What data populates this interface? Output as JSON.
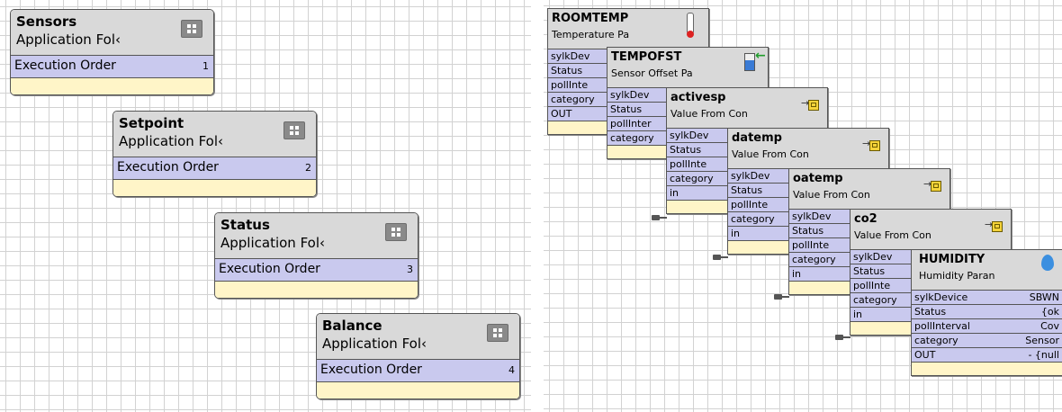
{
  "folders": [
    {
      "title": "Sensors",
      "subtitle": "Application Fol‹",
      "row_label": "Execution Order",
      "order": "1"
    },
    {
      "title": "Setpoint",
      "subtitle": "Application Fol‹",
      "row_label": "Execution Order",
      "order": "2"
    },
    {
      "title": "Status",
      "subtitle": "Application Fol‹",
      "row_label": "Execution Order",
      "order": "3"
    },
    {
      "title": "Balance",
      "subtitle": "Application Fol‹",
      "row_label": "Execution Order",
      "order": "4"
    }
  ],
  "components": [
    {
      "title": "ROOMTEMP",
      "subtitle": "Temperature Pa",
      "icon": "thermometer-icon",
      "rows": [
        {
          "label": "sylkDev"
        },
        {
          "label": "Status"
        },
        {
          "label": "pollInte"
        },
        {
          "label": "category"
        },
        {
          "label": "OUT"
        }
      ]
    },
    {
      "title": "TEMPOFST",
      "subtitle": "Sensor Offset Pa",
      "icon": "sensor-offset-icon",
      "rows": [
        {
          "label": "sylkDev"
        },
        {
          "label": "Status"
        },
        {
          "label": "pollInter"
        },
        {
          "label": "category"
        }
      ]
    },
    {
      "title": "activesp",
      "subtitle": "Value From Con",
      "icon": "value-from-constant-icon",
      "rows": [
        {
          "label": "sylkDev"
        },
        {
          "label": "Status"
        },
        {
          "label": "pollInte"
        },
        {
          "label": "category"
        },
        {
          "label": "in"
        }
      ]
    },
    {
      "title": "datemp",
      "subtitle": "Value From Con",
      "icon": "value-from-constant-icon",
      "rows": [
        {
          "label": "sylkDev"
        },
        {
          "label": "Status"
        },
        {
          "label": "pollInte"
        },
        {
          "label": "category"
        },
        {
          "label": "in"
        }
      ]
    },
    {
      "title": "oatemp",
      "subtitle": "Value From Con",
      "icon": "value-from-constant-icon",
      "rows": [
        {
          "label": "sylkDev"
        },
        {
          "label": "Status"
        },
        {
          "label": "pollInte"
        },
        {
          "label": "category"
        },
        {
          "label": "in"
        }
      ]
    },
    {
      "title": "co2",
      "subtitle": "Value From Con",
      "icon": "value-from-constant-icon",
      "rows": [
        {
          "label": "sylkDev"
        },
        {
          "label": "Status"
        },
        {
          "label": "pollInte"
        },
        {
          "label": "category"
        },
        {
          "label": "in"
        }
      ]
    },
    {
      "title": "HUMIDITY",
      "subtitle": "Humidity Paran",
      "icon": "water-drop-icon",
      "rows": [
        {
          "label": "sylkDevice",
          "value": "SBWN"
        },
        {
          "label": "Status",
          "value": "{ok"
        },
        {
          "label": "pollInterval",
          "value": "Cov"
        },
        {
          "label": "category",
          "value": "Sensor"
        },
        {
          "label": "OUT",
          "value": "- {null"
        }
      ]
    }
  ],
  "colors": {
    "header": "#d9d9d9",
    "row": "#c9c9ee",
    "footer": "#fff5c8",
    "grid": "#d2d2d2"
  }
}
